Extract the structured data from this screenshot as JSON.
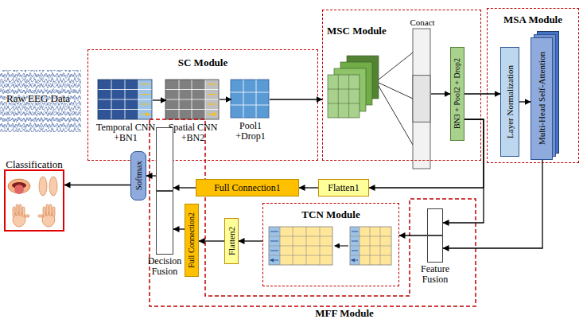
{
  "diagram": {
    "nodes": [
      {
        "text": [
          "SC Module"
        ]
      },
      {
        "text": [
          "Temporal CNN +BN1"
        ],
        "in": 0
      },
      {
        "text": [
          "Spatial CNN +BN2"
        ],
        "in": 0
      },
      {
        "text": [
          "Pool1 +Drop1"
        ],
        "in": 0
      },
      {
        "text": [
          "MSC Module"
        ]
      },
      {
        "text": [
          "Conact"
        ],
        "in": 4
      },
      {
        "text": [
          "BN3 + Pool2 + Drop2"
        ],
        "in": 4
      },
      {
        "text": [
          "MSA Module"
        ]
      },
      {
        "text": [
          "Layer Normalization"
        ],
        "in": 7
      },
      {
        "text": [
          "Multi-Head Self-Attention"
        ],
        "in": 7
      },
      {
        "text": [
          "Classification"
        ]
      },
      {
        "text": [
          "Softmax"
        ]
      },
      {
        "text": [
          "MFF Module"
        ]
      },
      {
        "text": [
          "Decision Fusion"
        ],
        "in": 12
      },
      {
        "text": [
          "Full Connection2"
        ],
        "in": 12
      },
      {
        "text": [
          "Feature Fusion"
        ],
        "in": 12
      },
      {
        "text": [
          "Full Connection1"
        ]
      },
      {
        "text": [
          "Flatten1"
        ]
      },
      {
        "text": [
          "TCN Module"
        ]
      },
      {
        "text": [
          "Flatten2"
        ]
      }
    ],
    "edges": [
      {
        "from": 1,
        "to": 2,
        "arrow": "to"
      },
      {
        "from": 2,
        "to": 3,
        "arrow": "to"
      },
      {
        "from": 3,
        "to": 4,
        "arrow": "to"
      },
      {
        "from": 5,
        "to": 6,
        "arrow": "to"
      },
      {
        "from": 6,
        "to": 8,
        "arrow": "to"
      },
      {
        "from": 8,
        "to": 9,
        "arrow": "to"
      },
      {
        "from": 6,
        "to": 17,
        "arrow": "to"
      },
      {
        "from": 6,
        "to": 15,
        "arrow": "to"
      },
      {
        "from": 9,
        "to": 15,
        "arrow": "to"
      },
      {
        "from": 17,
        "to": 16,
        "arrow": "to"
      },
      {
        "from": 16,
        "to": 13,
        "arrow": "to"
      },
      {
        "from": 15,
        "to": 18,
        "arrow": "to"
      },
      {
        "from": 18,
        "to": 19,
        "arrow": "to"
      },
      {
        "from": 19,
        "to": 14,
        "arrow": "to"
      },
      {
        "from": 14,
        "to": 13,
        "arrow": "to"
      },
      {
        "from": 13,
        "to": 11,
        "arrow": "to"
      },
      {
        "from": 11,
        "to": 10,
        "arrow": "to"
      }
    ],
    "labels": [
      "Raw EEG Data"
    ]
  }
}
